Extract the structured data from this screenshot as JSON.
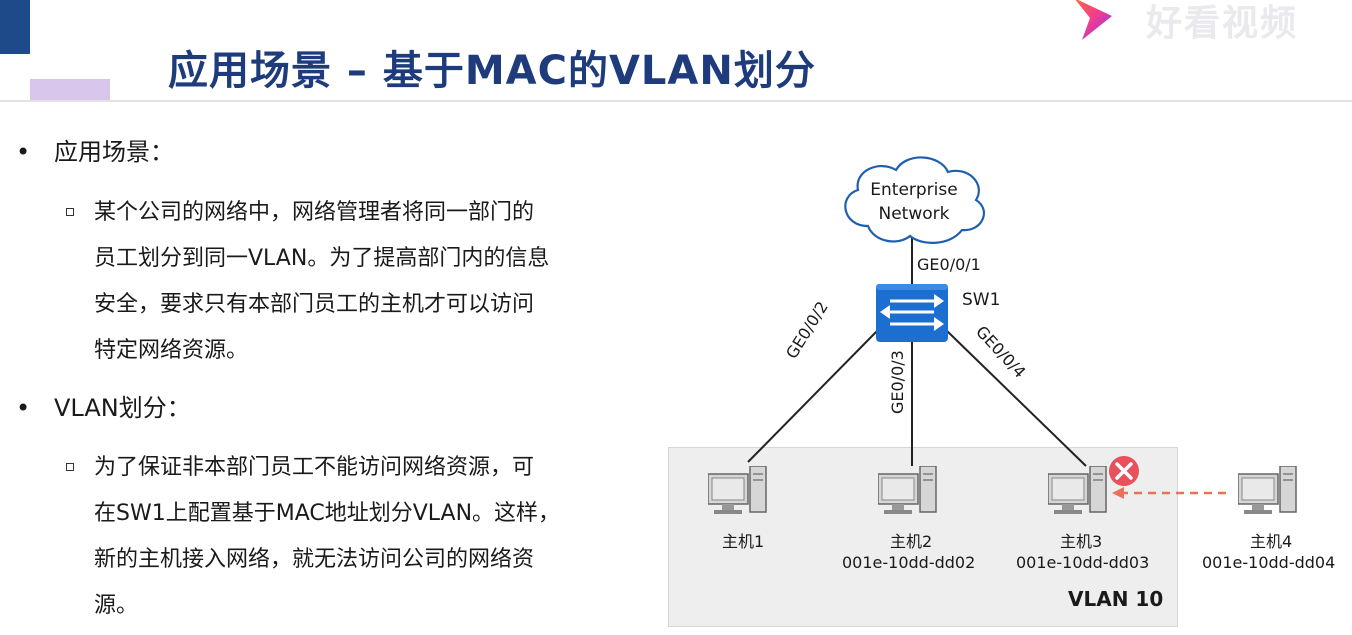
{
  "slide": {
    "title": "应用场景 – 基于MAC的VLAN划分",
    "watermark": "好看视频"
  },
  "content": {
    "bullets": [
      {
        "label": "应用场景：",
        "sub_lines": [
          "某个公司的网络中，网络管理者将同一部门的",
          "员工划分到同一VLAN。为了提高部门内的信息",
          "安全，要求只有本部门员工的主机才可以访问",
          "特定网络资源。"
        ]
      },
      {
        "label": "VLAN划分：",
        "sub_lines": [
          "为了保证非本部门员工不能访问网络资源，可",
          "在SW1上配置基于MAC地址划分VLAN。这样，",
          "新的主机接入网络，就无法访问公司的网络资",
          "源。"
        ]
      }
    ]
  },
  "diagram": {
    "cloud_line1": "Enterprise",
    "cloud_line2": "Network",
    "switch_name": "SW1",
    "uplink_port": "GE0/0/1",
    "ports": [
      "GE0/0/2",
      "GE0/0/3",
      "GE0/0/4"
    ],
    "vlan_label": "VLAN 10",
    "hosts": [
      {
        "name": "主机1",
        "mac": ""
      },
      {
        "name": "主机2",
        "mac": "001e-10dd-dd02"
      },
      {
        "name": "主机3",
        "mac": "001e-10dd-dd03"
      },
      {
        "name": "主机4",
        "mac": "001e-10dd-dd04"
      }
    ],
    "colors": {
      "switch": "#1a6fd1",
      "deny_icon": "#e8505b",
      "deny_line": "#e8735a",
      "vlan_bg": "#eeeeef",
      "title": "#1e3c7c"
    }
  }
}
